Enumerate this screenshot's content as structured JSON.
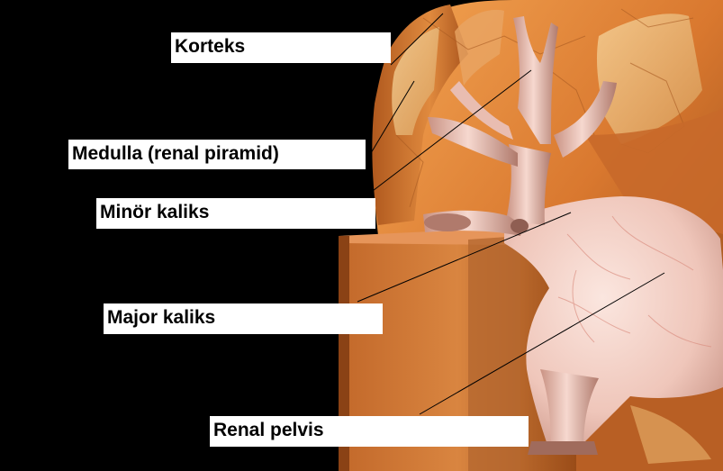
{
  "labels": {
    "cortex": "Korteks",
    "medulla": "Medulla (renal piramid)",
    "minor_calyx": "Minör kaliks",
    "major_calyx": "Major kaliks",
    "renal_pelvis": "Renal pelvis"
  },
  "colors": {
    "background": "#000000",
    "kidney_tissue": "#d9782f",
    "kidney_highlight": "#f0a250",
    "collecting_system": "#eec3b8",
    "leader_line": "#000000",
    "label_box": "#ffffff"
  }
}
